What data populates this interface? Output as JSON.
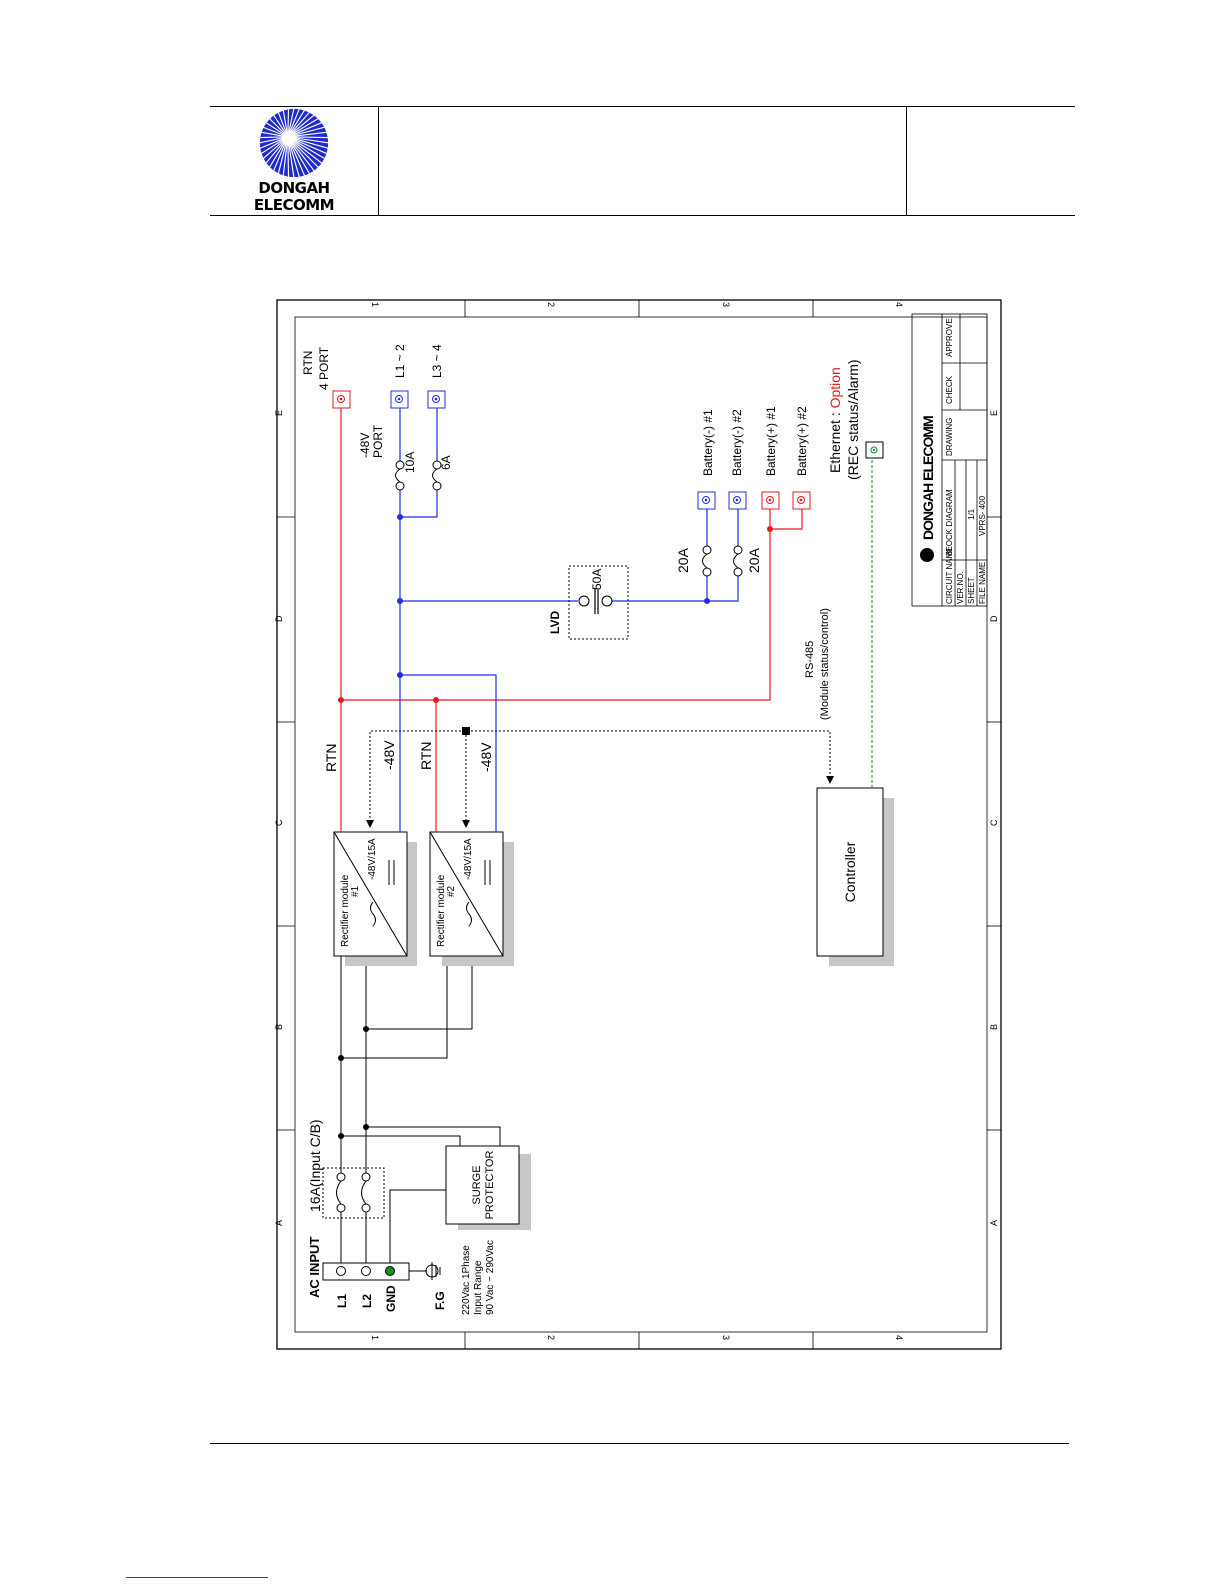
{
  "header": {
    "company_line1": "DONGAH",
    "company_line2": "ELECOMM"
  },
  "grid": {
    "columns": [
      "1",
      "2",
      "3",
      "4"
    ],
    "rows": [
      "A",
      "B",
      "C",
      "D",
      "E"
    ]
  },
  "labels": {
    "ac_input": "AC INPUT",
    "l1": "L1",
    "l2": "L2",
    "gnd": "GND",
    "fg": "F.G",
    "input_spec_1": "220Vac 1Phase",
    "input_spec_2": "Input    Range",
    "input_spec_3": "90 Vac ~ 290Vac",
    "input_cb": "16A(Input C/B)",
    "surge_1": "SURGE",
    "surge_2": "PROTECTOR",
    "rect1_a": "Rectifier module",
    "rect1_b": "#1",
    "rect2_a": "Rectifier module",
    "rect2_b": "#2",
    "rect_rating": "-48V/15A",
    "rtn": "RTN",
    "neg48v": "-48V",
    "controller": "Controller",
    "rs485_1": "RS-485",
    "rs485_2": "(Module status/control)",
    "lvd": "LVD",
    "lvd_rating": "50A",
    "batt_cb": "20A",
    "batt_neg1": "Battery(-) #1",
    "batt_neg2": "Battery(-) #2",
    "batt_pos1": "Battery(+) #1",
    "batt_pos2": "Battery(+) #2",
    "rtn_port_1": "RTN",
    "rtn_port_2": "4 PORT",
    "port_48v_1": "-48V",
    "port_48v_2": "PORT",
    "l1_2": "L1 ~ 2",
    "l3_4": "L3 ~ 4",
    "cb_10a": "10A",
    "cb_6a": "6A",
    "ethernet_prefix": "Ethernet : ",
    "ethernet_option": "Option",
    "ethernet_sub": "(REC status/Alarm)"
  },
  "title_block": {
    "brand": "DONGAH ELECOMM",
    "circuit_name_label": "CIRCUIT NAME",
    "circuit_name_value": "BLOCK DIAGRAM",
    "ver_no_label": "VER.NO.",
    "sheet_label": "SHEET",
    "sheet_value": "1/1",
    "file_name_label": "FILE NAME",
    "file_name_value": "VPRS- 400",
    "drawing_label": "DRAWING",
    "check_label": "CHECK",
    "approve_label": "APPROVE"
  },
  "colors": {
    "positive": "#e8191f",
    "negative": "#1f2fe0",
    "signal": "#000000",
    "ethernet": "#1a8a1a",
    "option": "#e8191f",
    "logo_blue": "#1e2ccc"
  }
}
